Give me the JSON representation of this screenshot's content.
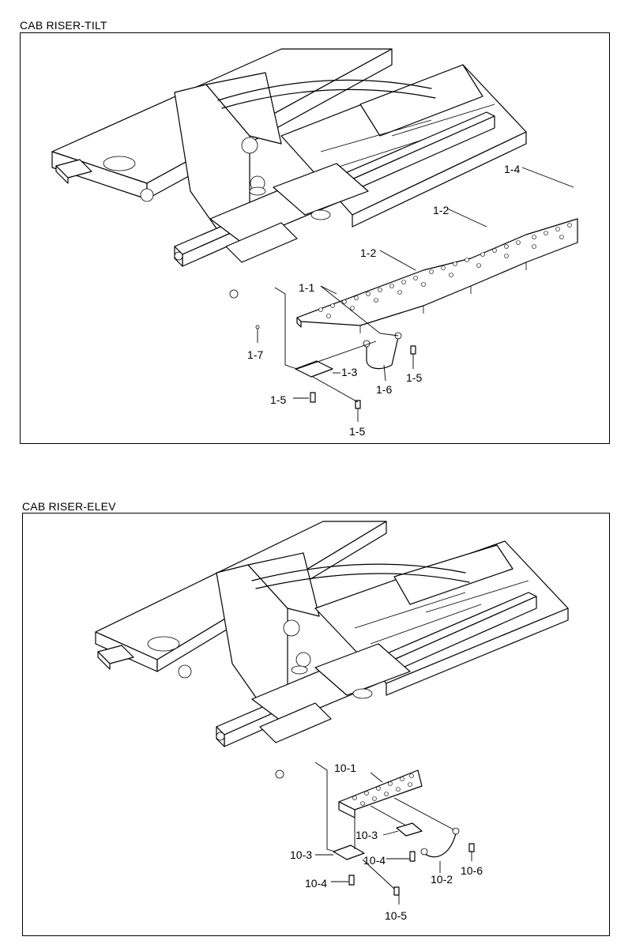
{
  "sections": [
    {
      "title": "CAB RISER-TILT",
      "callouts": [
        "1-4",
        "1-2",
        "1-2",
        "1-1",
        "1-7",
        "1-3",
        "1-6",
        "1-5",
        "1-5",
        "1-5"
      ]
    },
    {
      "title": "CAB RISER-ELEV",
      "callouts": [
        "10-1",
        "10-3",
        "10-3",
        "10-4",
        "10-4",
        "10-2",
        "10-6",
        "10-5"
      ]
    }
  ]
}
